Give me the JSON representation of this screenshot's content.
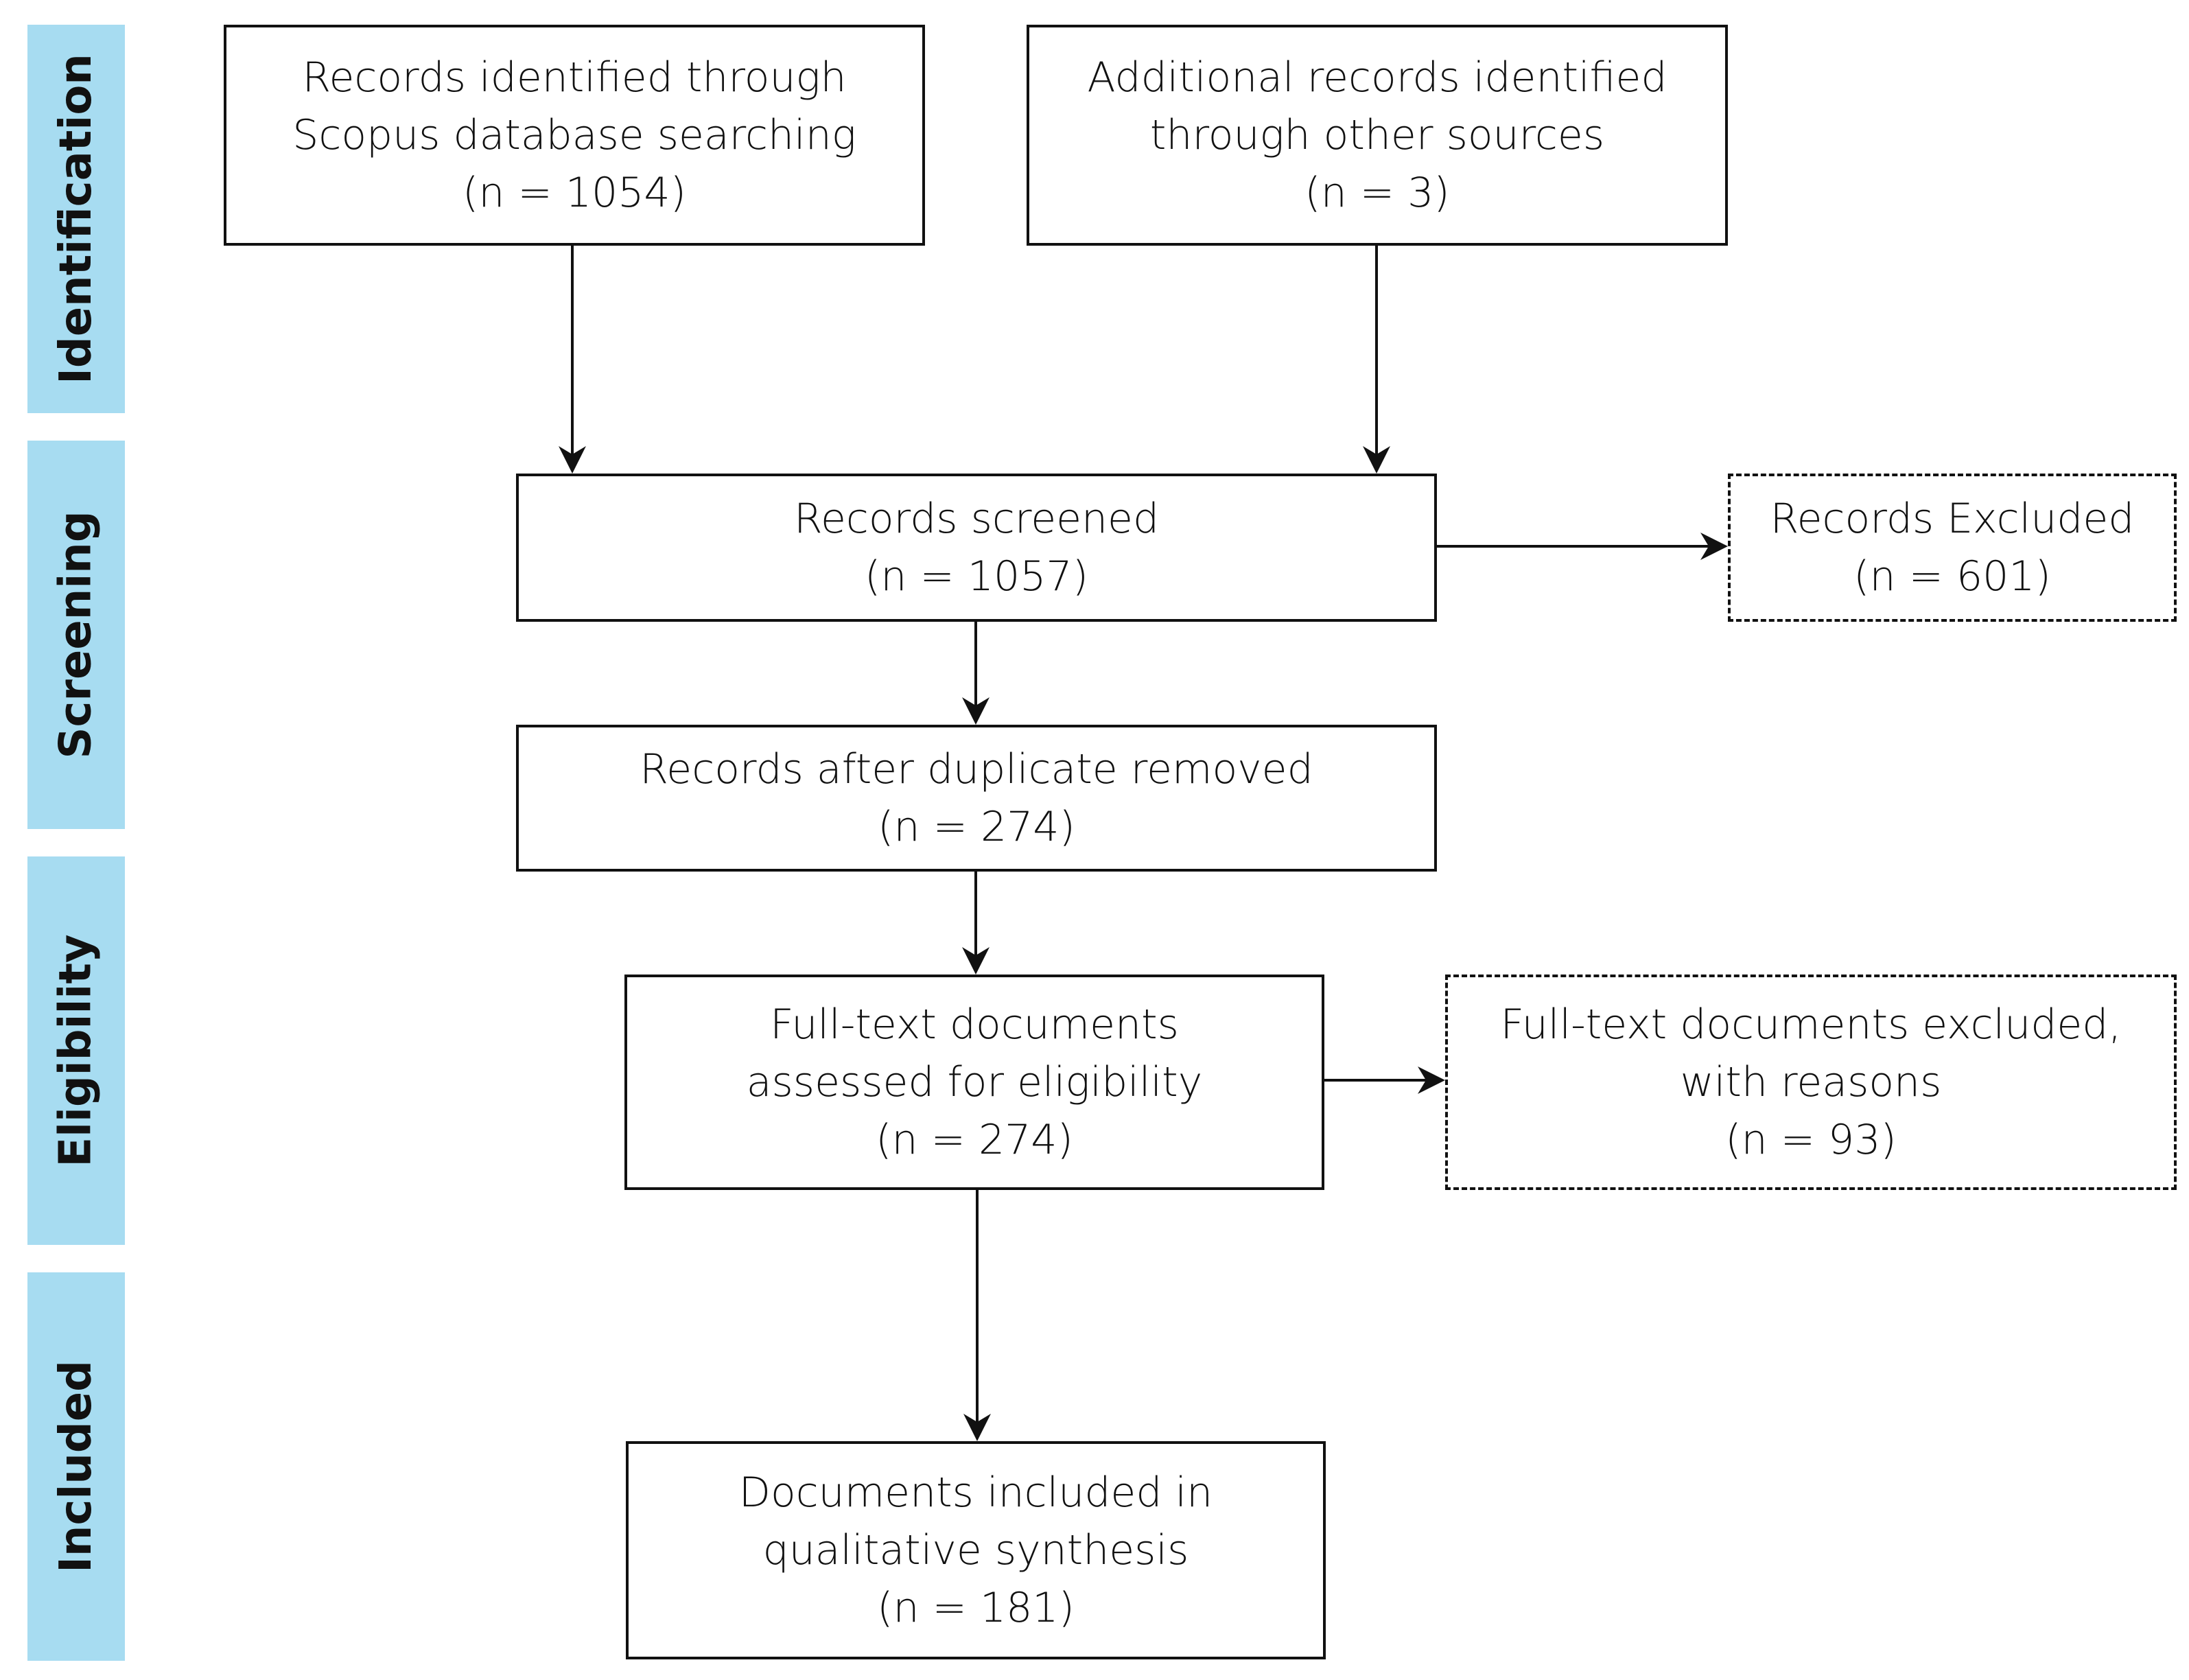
{
  "stages": {
    "identification": "Identification",
    "screening": "Screening",
    "eligibility": "Eligibility",
    "included": "Included"
  },
  "boxes": {
    "identified": {
      "line1": "Records identified through",
      "line2": "Scopus database searching",
      "line3": "(n = 1054)"
    },
    "additional": {
      "line1": "Additional records identified",
      "line2": "through other sources",
      "line3": "(n = 3)"
    },
    "screened": {
      "line1": "Records screened",
      "line2": "(n = 1057)"
    },
    "excluded": {
      "line1": "Records Excluded",
      "line2": "(n = 601)"
    },
    "dup_removed": {
      "line1": "Records after duplicate removed",
      "line2": "(n = 274)"
    },
    "full_text": {
      "line1": "Full-text documents",
      "line2": "assessed for eligibility",
      "line3": "(n = 274)"
    },
    "ft_excluded": {
      "line1": "Full-text documents excluded,",
      "line2": "with reasons",
      "line3": "(n = 93)"
    },
    "included": {
      "line1": "Documents included in",
      "line2": "qualitative synthesis",
      "line3": "(n = 181)"
    }
  },
  "colors": {
    "stage_band": "#a7dcf1",
    "line": "#111111"
  }
}
